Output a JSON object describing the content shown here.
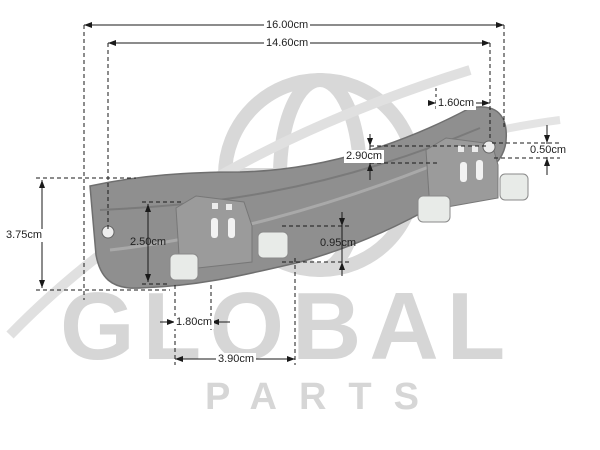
{
  "watermark": {
    "brand": "GLOBAL",
    "sub": "PARTS",
    "color": "#d6d6d6"
  },
  "part": {
    "body_color": "#8f8f8f",
    "roller_color": "#e8ebe8"
  },
  "dimensions": {
    "overall_length": "16.00cm",
    "hole_spacing": "14.60cm",
    "right_offset": "1.60cm",
    "step_height": "2.90cm",
    "hole_offset": "0.50cm",
    "total_height": "3.75cm",
    "block_height": "2.50cm",
    "roller_gap": "0.95cm",
    "block_width": "1.80cm",
    "roller_spacing": "3.90cm"
  }
}
